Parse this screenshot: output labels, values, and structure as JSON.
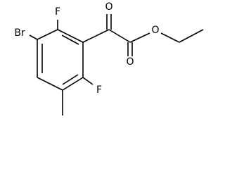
{
  "molecule": {
    "atoms": {
      "br": "Br",
      "f_top": "F",
      "f_bottom": "F",
      "o_ketone": "O",
      "o_carbonyl": "O",
      "o_ester": "O"
    }
  },
  "colors": {
    "bond": "#000000",
    "label": "#000000",
    "background": "#ffffff"
  }
}
